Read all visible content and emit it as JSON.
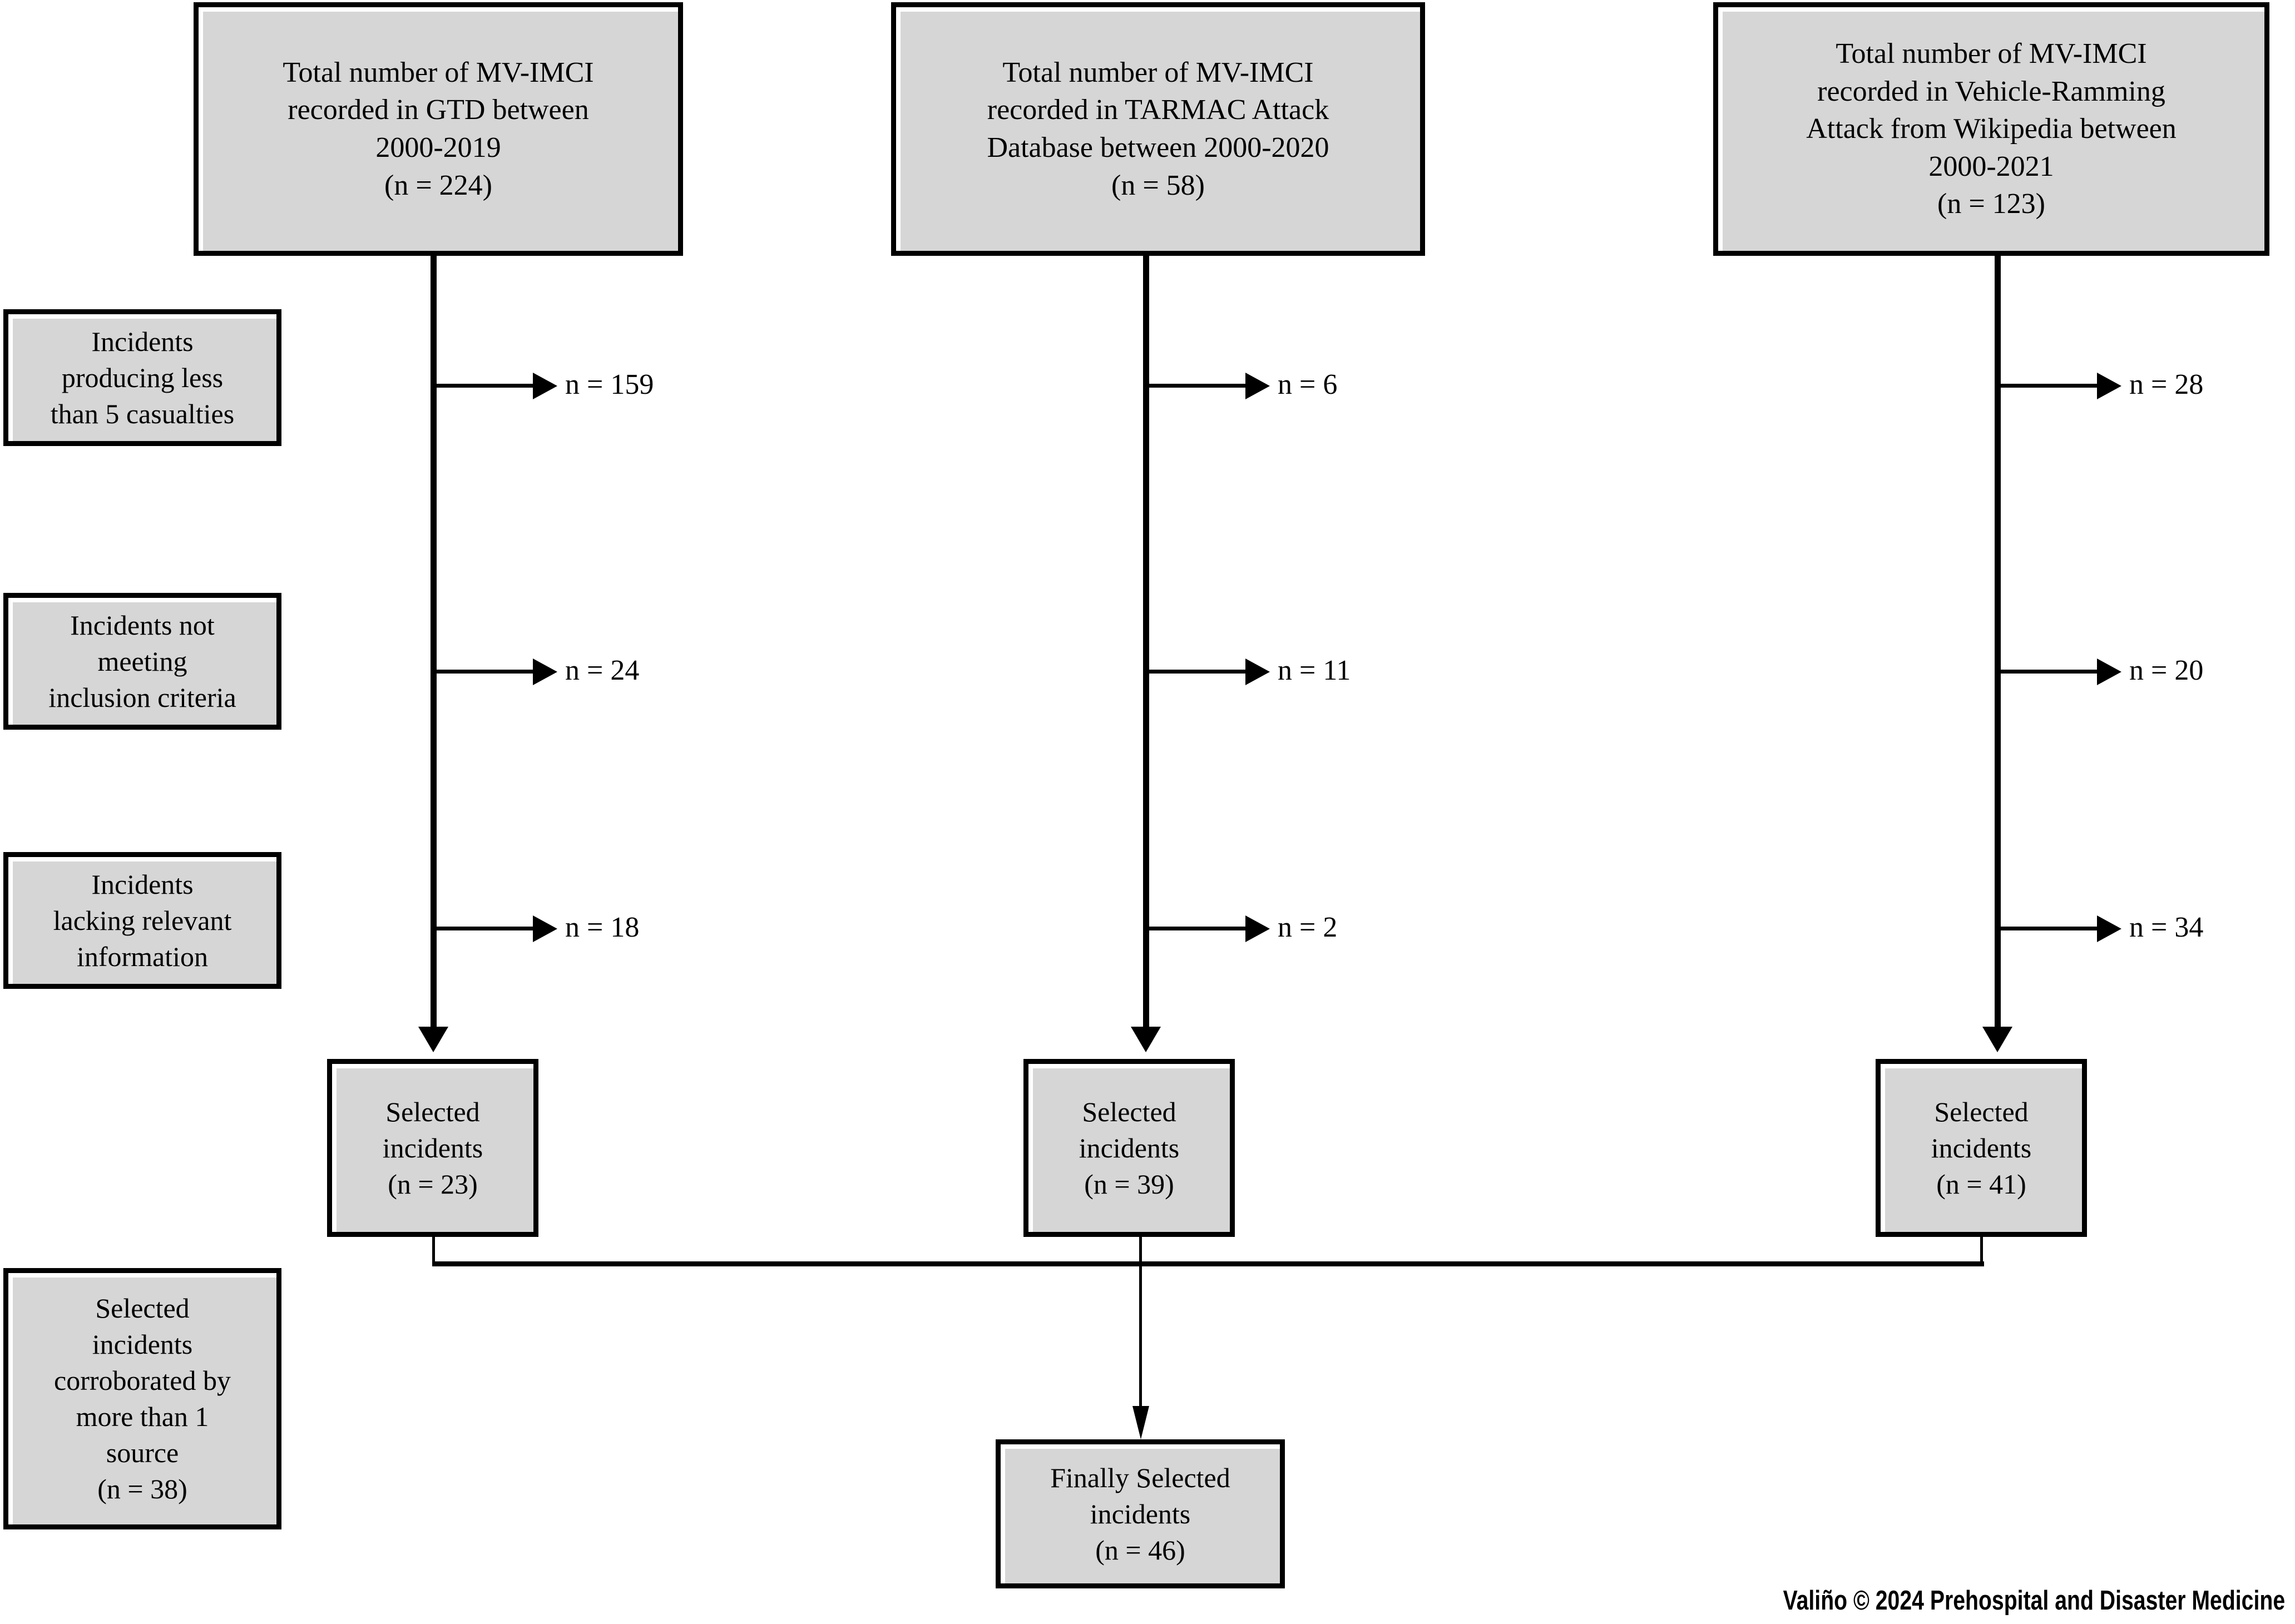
{
  "figure": {
    "type": "prisma-flow-diagram",
    "credit": "Valiño © 2024 Prehospital and Disaster Medicine"
  },
  "sources": [
    {
      "id": "gtd",
      "lines": [
        "Total number of MV-IMCI",
        "recorded in GTD between",
        "2000-2019",
        "(n = 224)"
      ],
      "count": 224
    },
    {
      "id": "tarmac",
      "lines": [
        "Total number of MV-IMCI",
        "recorded in TARMAC Attack",
        "Database between 2000-2020",
        "(n = 58)"
      ],
      "count": 58
    },
    {
      "id": "wikipedia",
      "lines": [
        "Total number of MV-IMCI",
        "recorded in Vehicle-Ramming",
        "Attack from Wikipedia between",
        "2000-2021",
        "(n = 123)"
      ],
      "count": 123
    }
  ],
  "exclusions": [
    {
      "id": "less-than-5-casualties",
      "lines": [
        "Incidents",
        "producing less",
        "than 5 casualties"
      ],
      "counts": {
        "gtd": "n = 159",
        "tarmac": "n = 6",
        "wikipedia": "n = 28"
      }
    },
    {
      "id": "not-meeting-inclusion-criteria",
      "lines": [
        "Incidents not",
        "meeting",
        "inclusion criteria"
      ],
      "counts": {
        "gtd": "n = 24",
        "tarmac": "n = 11",
        "wikipedia": "n = 20"
      }
    },
    {
      "id": "lacking-relevant-information",
      "lines": [
        "Incidents",
        "lacking relevant",
        "information"
      ],
      "counts": {
        "gtd": "n = 18",
        "tarmac": "n = 2",
        "wikipedia": "n = 34"
      }
    }
  ],
  "selected": [
    {
      "id": "gtd",
      "lines": [
        "Selected",
        "incidents",
        "(n = 23)"
      ],
      "count": 23
    },
    {
      "id": "tarmac",
      "lines": [
        "Selected",
        "incidents",
        "(n = 39)"
      ],
      "count": 39
    },
    {
      "id": "wikipedia",
      "lines": [
        "Selected",
        "incidents",
        "(n = 41)"
      ],
      "count": 41
    }
  ],
  "corroborated": {
    "id": "corroborated-by-more-than-1-source",
    "lines": [
      "Selected",
      "incidents",
      "corroborated by",
      "more than 1",
      "source",
      "(n = 38)"
    ],
    "count": 38
  },
  "final": {
    "id": "finally-selected-incidents",
    "lines": [
      "Finally Selected",
      "incidents",
      "(n = 46)"
    ],
    "count": 46
  }
}
